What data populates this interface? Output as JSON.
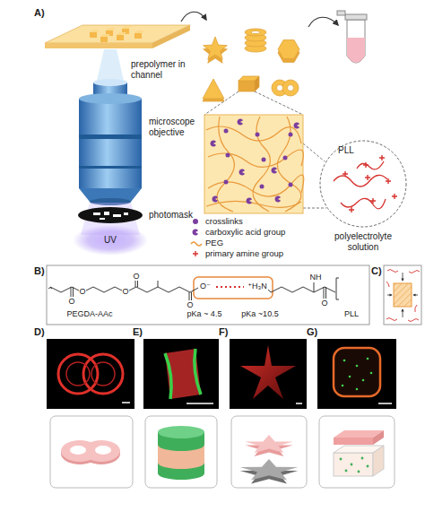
{
  "diagram": {
    "labels": [
      "A)",
      "prepolymer in channel",
      "microscope objective",
      "photomask",
      "UV",
      "PLL",
      "polyelectrolyte solution",
      "B)",
      "C)",
      "O",
      "O",
      "O",
      "O",
      "O",
      "O⁻",
      "⁺H₃N",
      "NH",
      "O",
      "PEGDA-AAc",
      "pKa ~ 4.5",
      "pKa ~10.5",
      "PLL",
      "D)",
      "E)",
      "F)",
      "G)"
    ],
    "legend": [
      {
        "text": "crosslinks",
        "color": "#7b3f9e"
      },
      {
        "text": "carboxylic acid group"
      },
      {
        "text": "PEG"
      },
      {
        "text": "primary amine group"
      }
    ]
  }
}
